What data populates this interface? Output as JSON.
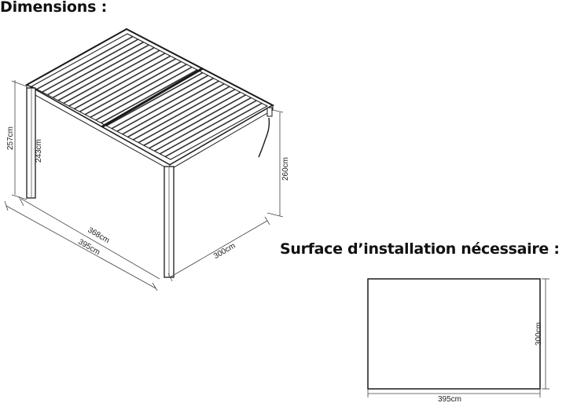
{
  "headings": {
    "dimensions": "Dimensions :",
    "surface": "Surface d’installation nécessaire :"
  },
  "pergola_dimensions": {
    "post_height": "257cm",
    "clearance_height": "243cm",
    "total_height": "260cm",
    "inner_width": "368cm",
    "outer_width": "395cm",
    "depth": "300cm"
  },
  "surface_dimensions": {
    "width": "395cm",
    "depth": "300cm"
  },
  "colors": {
    "line": "#222222",
    "post": "#555555",
    "roof_slat": "#333333"
  }
}
